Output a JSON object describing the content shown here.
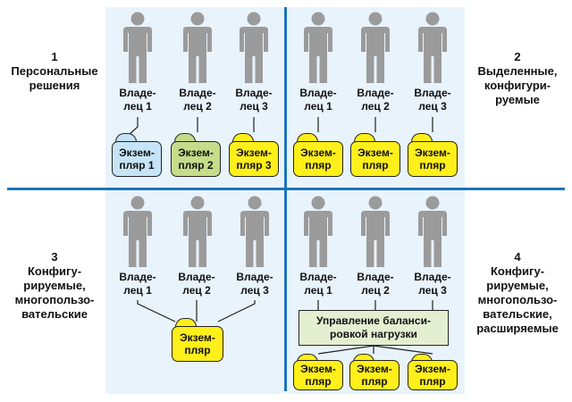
{
  "labels": {
    "q1": {
      "num": "1",
      "l1": "Персональные",
      "l2": "решения"
    },
    "q2": {
      "num": "2",
      "l1": "Выделенные,",
      "l2": "конфигури-",
      "l3": "руемые"
    },
    "q3": {
      "num": "3",
      "l1": "Конфигу-",
      "l2": "рируемые,",
      "l3": "многопользо-",
      "l4": "вательские"
    },
    "q4": {
      "num": "4",
      "l1": "Конфигу-",
      "l2": "рируемые,",
      "l3": "многопользо-",
      "l4": "вательские,",
      "l5": "расширяемые"
    }
  },
  "owners": {
    "o1": {
      "a": "Владе-",
      "b": "лец 1"
    },
    "o2": {
      "a": "Владе-",
      "b": "лец 2"
    },
    "o3": {
      "a": "Владе-",
      "b": "лец 3"
    }
  },
  "instances": {
    "numbered": [
      {
        "a": "Экзем-",
        "b": "пляр 1"
      },
      {
        "a": "Экзем-",
        "b": "пляр 2"
      },
      {
        "a": "Экзем-",
        "b": "пляр 3"
      }
    ],
    "generic": {
      "a": "Экзем-",
      "b": "пляр"
    }
  },
  "load_balancer": {
    "l1": "Управление баланси-",
    "l2": "ровкой нагрузки"
  },
  "colors": {
    "panel": "#e8f3fb",
    "divider": "#1b75b8",
    "person": "#9b9b9b",
    "instance_blue": "#c6e4f7",
    "instance_green": "#c6dc8a",
    "instance_yellow": "#ffef1a",
    "load_balancer": "#e4efd2"
  }
}
